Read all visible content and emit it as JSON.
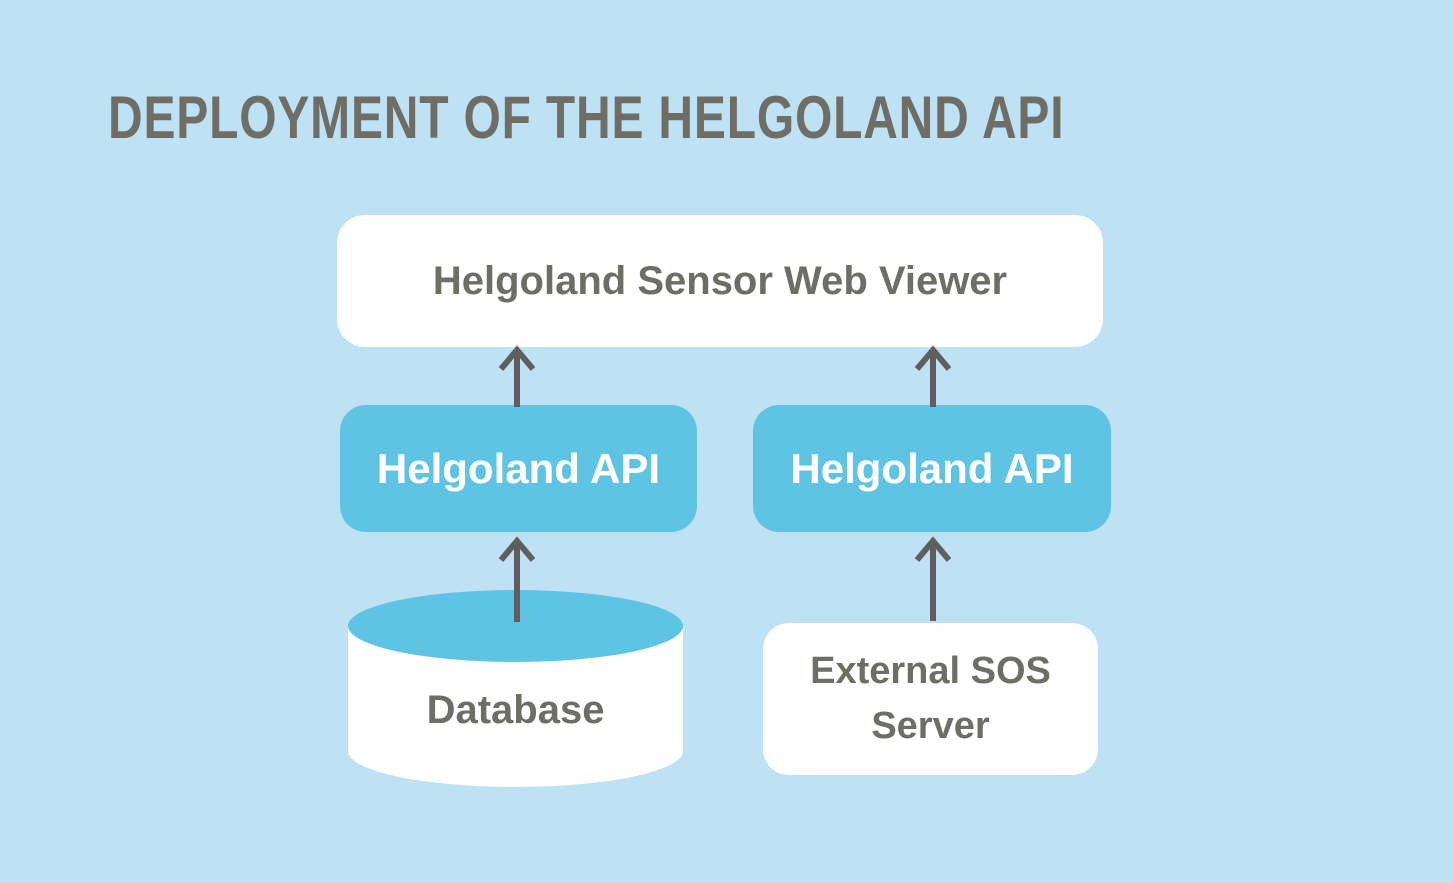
{
  "title": "DEPLOYMENT OF THE HELGOLAND API",
  "colors": {
    "background": "#bee1f4",
    "node_blue": "#5fc4e4",
    "node_white": "#ffffff",
    "text_gray": "#6e6e67",
    "text_white": "#ffffff",
    "arrow_gray": "#5e5e5e"
  },
  "nodes": {
    "viewer": {
      "label": "Helgoland Sensor Web Viewer"
    },
    "api_left": {
      "label": "Helgoland API"
    },
    "api_right": {
      "label": "Helgoland API"
    },
    "database": {
      "label": "Database"
    },
    "external_sos": {
      "lines": [
        "External SOS",
        "Server"
      ]
    }
  },
  "edges": [
    {
      "from": "helgoland-api-left",
      "to": "sensor-web-viewer",
      "direction": "up"
    },
    {
      "from": "helgoland-api-right",
      "to": "sensor-web-viewer",
      "direction": "up"
    },
    {
      "from": "database",
      "to": "helgoland-api-left",
      "direction": "up"
    },
    {
      "from": "external-sos-server",
      "to": "helgoland-api-right",
      "direction": "up"
    }
  ]
}
